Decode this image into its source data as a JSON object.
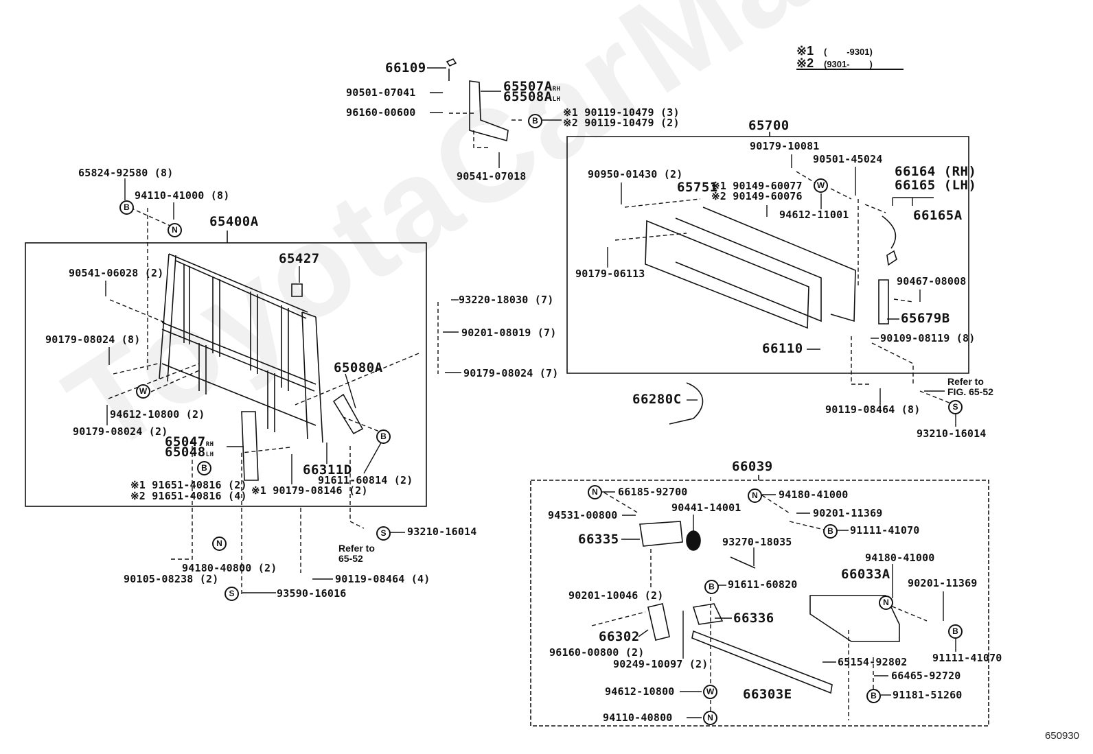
{
  "diagram": {
    "title": "Toyota parts diagram — rear body guard frame & tailgate",
    "figure_number": "650930",
    "watermark": "ToyotaCarMarket.ru",
    "legend": [
      {
        "mark": "※1",
        "range": "(        -9301)"
      },
      {
        "mark": "※2",
        "range": "(9301-        )"
      }
    ],
    "assemblies": [
      {
        "id": "guard-frame",
        "number": "65400A"
      },
      {
        "id": "tailgate",
        "number": "65700"
      },
      {
        "id": "lock-assembly",
        "number": "66039"
      }
    ],
    "fastener_symbols": {
      "B": "bolt",
      "N": "nut",
      "W": "washer",
      "S": "screw"
    },
    "labels": [
      {
        "id": "p66109",
        "text": "66109",
        "size": "big"
      },
      {
        "id": "p90501-07041",
        "text": "90501-07041"
      },
      {
        "id": "p96160-00600",
        "text": "96160-00600"
      },
      {
        "id": "p65507a",
        "text": "65507A",
        "suffix": "RH",
        "size": "big"
      },
      {
        "id": "p65508a",
        "text": "65508A",
        "suffix": "LH",
        "size": "big"
      },
      {
        "id": "p90119-10479-1",
        "text": "※1 90119-10479 (3)"
      },
      {
        "id": "p90119-10479-2",
        "text": "※2 90119-10479 (2)"
      },
      {
        "id": "p90541-07018",
        "text": "90541-07018"
      },
      {
        "id": "p65824-92580",
        "text": "65824-92580 (8)"
      },
      {
        "id": "p94110-41000",
        "text": "94110-41000 (8)"
      },
      {
        "id": "p65400a",
        "text": "65400A",
        "size": "big"
      },
      {
        "id": "p65427",
        "text": "65427",
        "size": "big"
      },
      {
        "id": "p90541-06028",
        "text": "90541-06028 (2)"
      },
      {
        "id": "p90179-08024-8",
        "text": "90179-08024 (8)"
      },
      {
        "id": "p94612-10800-2",
        "text": "94612-10800 (2)"
      },
      {
        "id": "p90179-08024-2",
        "text": "90179-08024 (2)"
      },
      {
        "id": "p65080a",
        "text": "65080A",
        "size": "big"
      },
      {
        "id": "p65047",
        "text": "65047",
        "suffix": "RH",
        "size": "big"
      },
      {
        "id": "p65048",
        "text": "65048",
        "suffix": "LH",
        "size": "big"
      },
      {
        "id": "p66311d",
        "text": "66311D",
        "size": "big"
      },
      {
        "id": "p91611-60814",
        "text": "91611-60814 (2)"
      },
      {
        "id": "p91651-40816-1",
        "text": "※1 91651-40816 (2)"
      },
      {
        "id": "p91651-40816-2",
        "text": "※2 91651-40816 (4)"
      },
      {
        "id": "p90179-08146",
        "text": "※1 90179-08146 (2)"
      },
      {
        "id": "p93220-18030",
        "text": "93220-18030 (7)"
      },
      {
        "id": "p90201-08019",
        "text": "90201-08019 (7)"
      },
      {
        "id": "p90179-08024-7",
        "text": "90179-08024 (7)"
      },
      {
        "id": "p93210-16014-a",
        "text": "93210-16014"
      },
      {
        "id": "p90105-08238",
        "text": "90105-08238 (2)"
      },
      {
        "id": "p94180-40800",
        "text": "94180-40800 (2)"
      },
      {
        "id": "p90119-08464-4",
        "text": "90119-08464 (4)"
      },
      {
        "id": "p93590-16016",
        "text": "93590-16016"
      },
      {
        "id": "p65700",
        "text": "65700",
        "size": "big"
      },
      {
        "id": "p90179-10081",
        "text": "90179-10081"
      },
      {
        "id": "p90501-45024",
        "text": "90501-45024"
      },
      {
        "id": "p90950-01430",
        "text": "90950-01430 (2)"
      },
      {
        "id": "p65751",
        "text": "65751",
        "size": "big"
      },
      {
        "id": "p90149-60077",
        "text": "※1 90149-60077"
      },
      {
        "id": "p90149-60076",
        "text": "※2 90149-60076"
      },
      {
        "id": "p94612-11001",
        "text": "94612-11001"
      },
      {
        "id": "p66164",
        "text": "66164 (RH)",
        "size": "big"
      },
      {
        "id": "p66165",
        "text": "66165 (LH)",
        "size": "big"
      },
      {
        "id": "p66165a",
        "text": "66165A",
        "size": "big"
      },
      {
        "id": "p90179-06113",
        "text": "90179-06113"
      },
      {
        "id": "p90467-08008",
        "text": "90467-08008"
      },
      {
        "id": "p65679b",
        "text": "65679B",
        "size": "big"
      },
      {
        "id": "p66110",
        "text": "66110",
        "size": "big"
      },
      {
        "id": "p90109-08119",
        "text": "90109-08119 (8)"
      },
      {
        "id": "p66280c",
        "text": "66280C",
        "size": "big"
      },
      {
        "id": "p90119-08464-8",
        "text": "90119-08464 (8)"
      },
      {
        "id": "p93210-16014-b",
        "text": "93210-16014"
      },
      {
        "id": "p66039",
        "text": "66039",
        "size": "big"
      },
      {
        "id": "p66185-92700",
        "text": "66185-92700"
      },
      {
        "id": "p94531-00800",
        "text": "94531-00800"
      },
      {
        "id": "p90441-14001",
        "text": "90441-14001"
      },
      {
        "id": "p66335",
        "text": "66335",
        "size": "big"
      },
      {
        "id": "p93270-18035",
        "text": "93270-18035"
      },
      {
        "id": "p94180-41000-a",
        "text": "94180-41000"
      },
      {
        "id": "p90201-11369-a",
        "text": "90201-11369"
      },
      {
        "id": "p91111-41070-a",
        "text": "91111-41070"
      },
      {
        "id": "p94180-41000-b",
        "text": "94180-41000"
      },
      {
        "id": "p66033a",
        "text": "66033A",
        "size": "big"
      },
      {
        "id": "p90201-11369-b",
        "text": "90201-11369"
      },
      {
        "id": "p91111-41070-b",
        "text": "91111-41070"
      },
      {
        "id": "p91611-60820",
        "text": "91611-60820"
      },
      {
        "id": "p90201-10046",
        "text": "90201-10046 (2)"
      },
      {
        "id": "p66336",
        "text": "66336",
        "size": "big"
      },
      {
        "id": "p66302",
        "text": "66302",
        "size": "big"
      },
      {
        "id": "p96160-00800",
        "text": "96160-00800 (2)"
      },
      {
        "id": "p90249-10097",
        "text": "90249-10097 (2)"
      },
      {
        "id": "p65154-92802",
        "text": "65154-92802"
      },
      {
        "id": "p66465-92720",
        "text": "66465-92720"
      },
      {
        "id": "p91181-51260",
        "text": "91181-51260"
      },
      {
        "id": "p94612-10800",
        "text": "94612-10800"
      },
      {
        "id": "p66303e",
        "text": "66303E",
        "size": "big"
      },
      {
        "id": "p94110-40800",
        "text": "94110-40800"
      }
    ],
    "notes": [
      {
        "id": "refer-65-52",
        "text": "Refer to\n65-52"
      },
      {
        "id": "refer-fig-65-52",
        "text": "Refer to\nFIG. 65-52"
      }
    ]
  }
}
